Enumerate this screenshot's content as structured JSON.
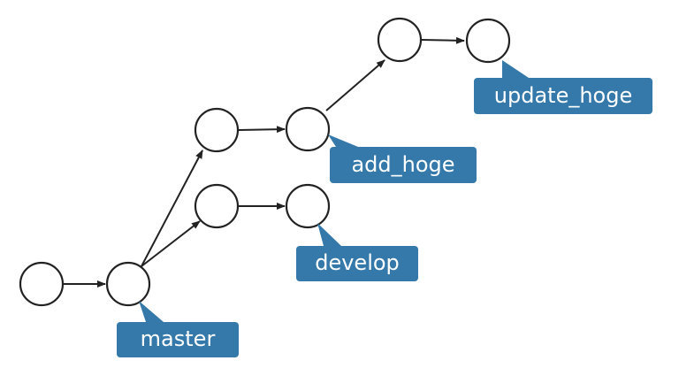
{
  "colors": {
    "label_background": "#3479aa",
    "label_text": "#ffffff",
    "node_stroke": "#222222",
    "edge": "#222222"
  },
  "labels": {
    "master": "master",
    "develop": "develop",
    "add_hoge": "add_hoge",
    "update_hoge": "update_hoge"
  }
}
